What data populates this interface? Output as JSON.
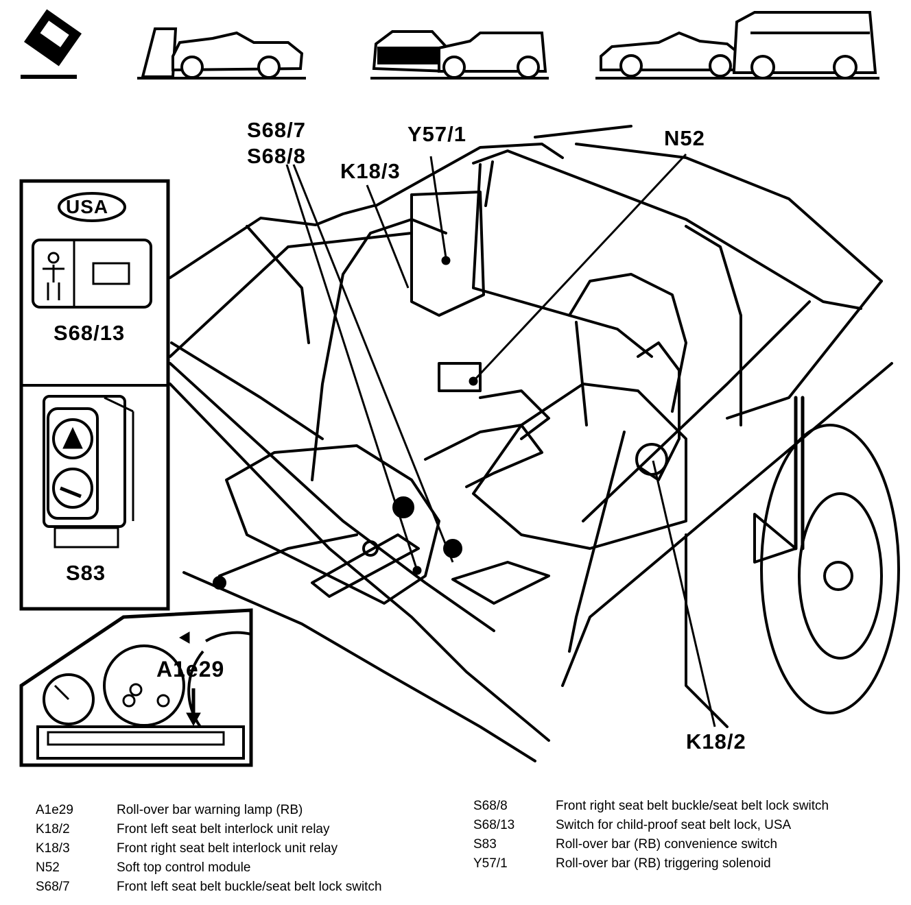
{
  "inset": {
    "region_badge": "USA",
    "switch1_label": "S68/13",
    "switch2_label": "S83",
    "cluster_label": "A1e29"
  },
  "callouts": {
    "s68_7": "S68/7",
    "s68_8": "S68/8",
    "y57_1": "Y57/1",
    "k18_3": "K18/3",
    "n52": "N52",
    "k18_2": "K18/2"
  },
  "legend": {
    "left": [
      {
        "code": "A1e29",
        "desc": "Roll-over bar warning lamp (RB)"
      },
      {
        "code": "K18/2",
        "desc": "Front left seat belt interlock unit relay"
      },
      {
        "code": "K18/3",
        "desc": "Front right seat belt interlock unit relay"
      },
      {
        "code": "N52",
        "desc": "Soft top control module"
      },
      {
        "code": "S68/7",
        "desc": "Front left seat belt buckle/seat belt lock switch"
      }
    ],
    "right": [
      {
        "code": "S68/8",
        "desc": "Front right seat belt buckle/seat belt lock switch"
      },
      {
        "code": "S68/13",
        "desc": "Switch for child-proof seat belt lock, USA"
      },
      {
        "code": "S83",
        "desc": "Roll-over bar (RB) convenience switch"
      },
      {
        "code": "Y57/1",
        "desc": "Roll-over bar (RB) triggering solenoid"
      }
    ]
  }
}
